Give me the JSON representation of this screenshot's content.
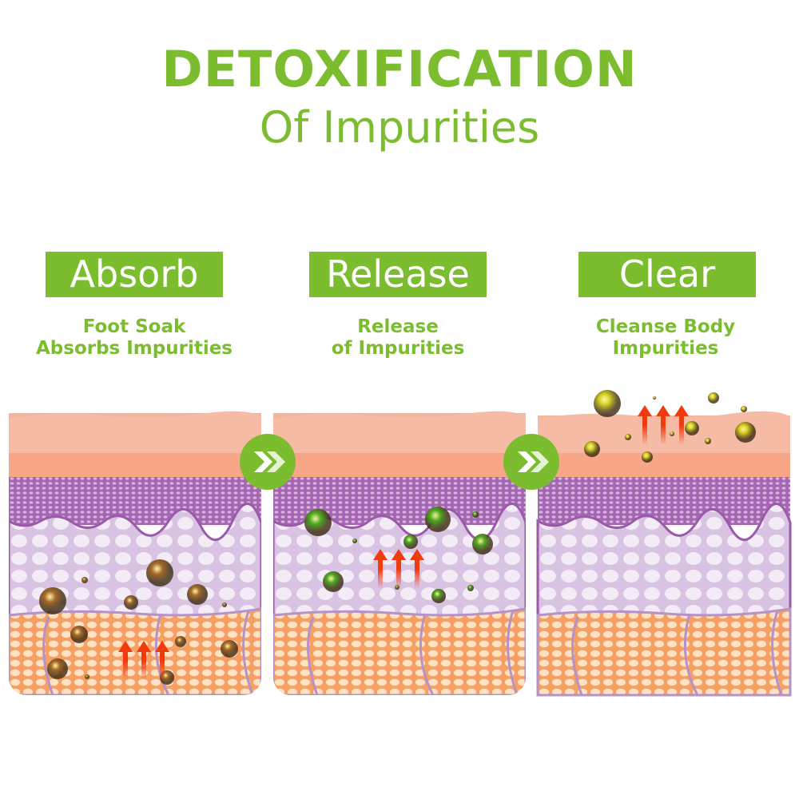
{
  "header": {
    "title": "DETOXIFICATION",
    "subtitle": "Of Impurities"
  },
  "steps": [
    {
      "label": "Absorb",
      "desc_line1": "Foot Soak",
      "desc_line2": "Absorbs Impurities",
      "particle_color": "#a86a2a"
    },
    {
      "label": "Release",
      "desc_line1": "Release",
      "desc_line2": "of Impurities",
      "particle_color": "#4fae1f"
    },
    {
      "label": "Clear",
      "desc_line1": "Cleanse Body",
      "desc_line2": "Impurities",
      "particle_color": "#d4cf1e"
    }
  ],
  "colors": {
    "brand": "#7cbd2f",
    "arrow": "#f03a10"
  }
}
